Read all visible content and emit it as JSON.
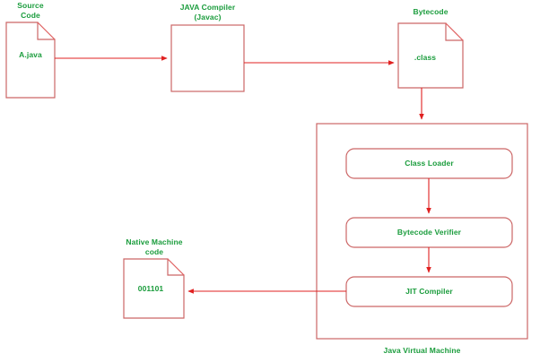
{
  "diagram": {
    "title_label": "Java Virtual Machine",
    "colors": {
      "shape_stroke": "#cc6666",
      "arrow": "#e02020",
      "text": "#1a9c3c",
      "background": "#ffffff"
    },
    "nodes": [
      {
        "id": "source-code",
        "caption": "Source\nCode",
        "inner_text": "A.java",
        "shape": "document"
      },
      {
        "id": "java-compiler",
        "caption": "JAVA Compiler\n(Javac)",
        "inner_text": "",
        "shape": "rectangle"
      },
      {
        "id": "bytecode",
        "caption": "Bytecode",
        "inner_text": ".class",
        "shape": "document"
      },
      {
        "id": "native-machine-code",
        "caption": "Native Machine\ncode",
        "inner_text": "001101",
        "shape": "document"
      }
    ],
    "jvm": {
      "label": "Java Virtual Machine",
      "stages": [
        {
          "id": "class-loader",
          "label": "Class Loader"
        },
        {
          "id": "bytecode-verifier",
          "label": "Bytecode Verifier"
        },
        {
          "id": "jit-compiler",
          "label": "JIT Compiler"
        }
      ]
    },
    "edges": [
      {
        "from": "source-code",
        "to": "java-compiler"
      },
      {
        "from": "java-compiler",
        "to": "bytecode"
      },
      {
        "from": "bytecode",
        "to": "java-virtual-machine"
      },
      {
        "from": "class-loader",
        "to": "bytecode-verifier"
      },
      {
        "from": "bytecode-verifier",
        "to": "jit-compiler"
      },
      {
        "from": "jit-compiler",
        "to": "native-machine-code"
      }
    ]
  }
}
